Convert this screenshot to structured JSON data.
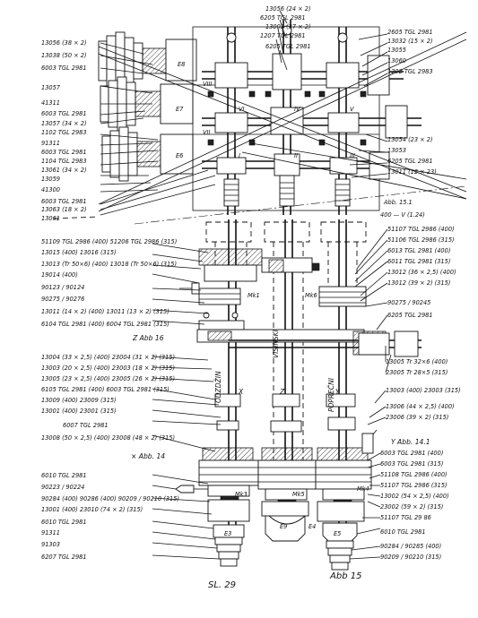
{
  "left_top_labels": [
    "13056 (38 × 2)",
    "13038 (50 × 2)",
    "6003 TGL 2981",
    "13057",
    "41311",
    "6003 TGL 2981",
    "13057 (34 × 2)",
    "1102 TGL 2983",
    "91311",
    "6003 TGL 2981",
    "1104 TGL 2983",
    "13061 (34 × 2)",
    "13059",
    "41300",
    "6003 TGL 2981",
    "13063 (18 × 2)",
    "13061"
  ],
  "top_center_labels": [
    "13056 (24 × 2)",
    "6205 TGL 2981",
    "13002 (37 × 2)",
    "1207 TGL 2981",
    "6205 TGL 2981"
  ],
  "right_top_labels": [
    "2605 TGL 2981",
    "13032 (15 × 2)",
    "13055",
    "13060",
    "1202 TGL 2983",
    "13054 (23 × 2)",
    "13053",
    "6205 TGL 2981",
    "13011 (12 × 23)"
  ],
  "abb_top": [
    "Abb. 15.1",
    "400 — V (1.24)"
  ],
  "left_mid_labels": [
    "51109 TGL 2986 (400) 51206 TGL 2986 (315)",
    "13015 (400) 13016 (315)",
    "13013 (Tr 50×6) (400) 13018 (Tr 50×6) (315)",
    "19014 (400)",
    "90123 / 90124",
    "90275 / 90276",
    "13011 (14 × 2) (400) 13011 (13 × 2) (315)",
    "6104 TGL 2981 (400) 6004 TGL 2981 (315)"
  ],
  "abb16": "Z Abb 16",
  "left_low_labels": [
    "13004 (33 × 2,5) (400) 23004 (31 × 2) (315)",
    "13003 (20 × 2,5) (400) 23003 (18 × 2) (315)",
    "13005 (23 × 2,5) (400) 23005 (26 × 2) (315)",
    "6105 TGL 2981 (400) 6003 TGL 2981 (315)",
    "13009 (400) 23009 (315)",
    "13001 (400) 23001 (315)",
    "6007 TGL 2981",
    "13008 (50 × 2,5) (400) 23008 (48 × 2) (315)"
  ],
  "abb14": "× Abb. 14",
  "bottom_left_labels": [
    "6010 TGL 2981",
    "90223 / 90224",
    "90284 (400) 90286 (400) 90209 / 90210 (315)",
    "13001 (400) 23010 (74 × 2) (315)",
    "6010 TGL 2981",
    "91311",
    "91303",
    "6207 TGL 2981"
  ],
  "right_mid_labels": [
    "51107 TGL 2986 (400)",
    "51106 TGL 2986 (315)",
    "6013 TGL 2981 (400)",
    "6011 TGL 2981 (315)",
    "13012 (36 × 2,5) (400)",
    "13012 (39 × 2) (315)",
    "90275 / 90245",
    "6205 TGL 2981"
  ],
  "right_low_labels": [
    "13005 Tr 32×6 (400)",
    "23005 Tr 28×5 (315)",
    "13003 (400) 23003 (315)",
    "13006 (44 × 2,5) (400)",
    "23006 (39 × 2) (315)"
  ],
  "abb141": "Y Abb. 14.1",
  "right_bottom_labels": [
    "6003 TGL 2981 (400)",
    "6003 TGL 2981 (315)",
    "51108 TGL 2986 (400)",
    "51107 TGL 2986 (315)",
    "13002 (54 × 2,5) (400)",
    "23002 (59 × 2) (315)",
    "51107 TGL 29 86",
    "6010 TGL 2981",
    "90284 / 90285 (400)",
    "90209 / 90210 (315)"
  ],
  "shaft_marks": [
    "I",
    "II",
    "III",
    "IV",
    "V",
    "VI",
    "VII",
    "VIII",
    "X",
    "Z",
    "Y"
  ],
  "clutch_marks": [
    "E8",
    "E7",
    "E6",
    "Mk1",
    "Mk6",
    "Mk3",
    "Mk5",
    "Mk4",
    "E3",
    "E9",
    "E4",
    "E5"
  ],
  "vertical_words": [
    "ODZDŽIN",
    "VISINSKI",
    "POPREČNI"
  ],
  "footer": {
    "left": "SL. 29",
    "right": "Abb 15"
  }
}
